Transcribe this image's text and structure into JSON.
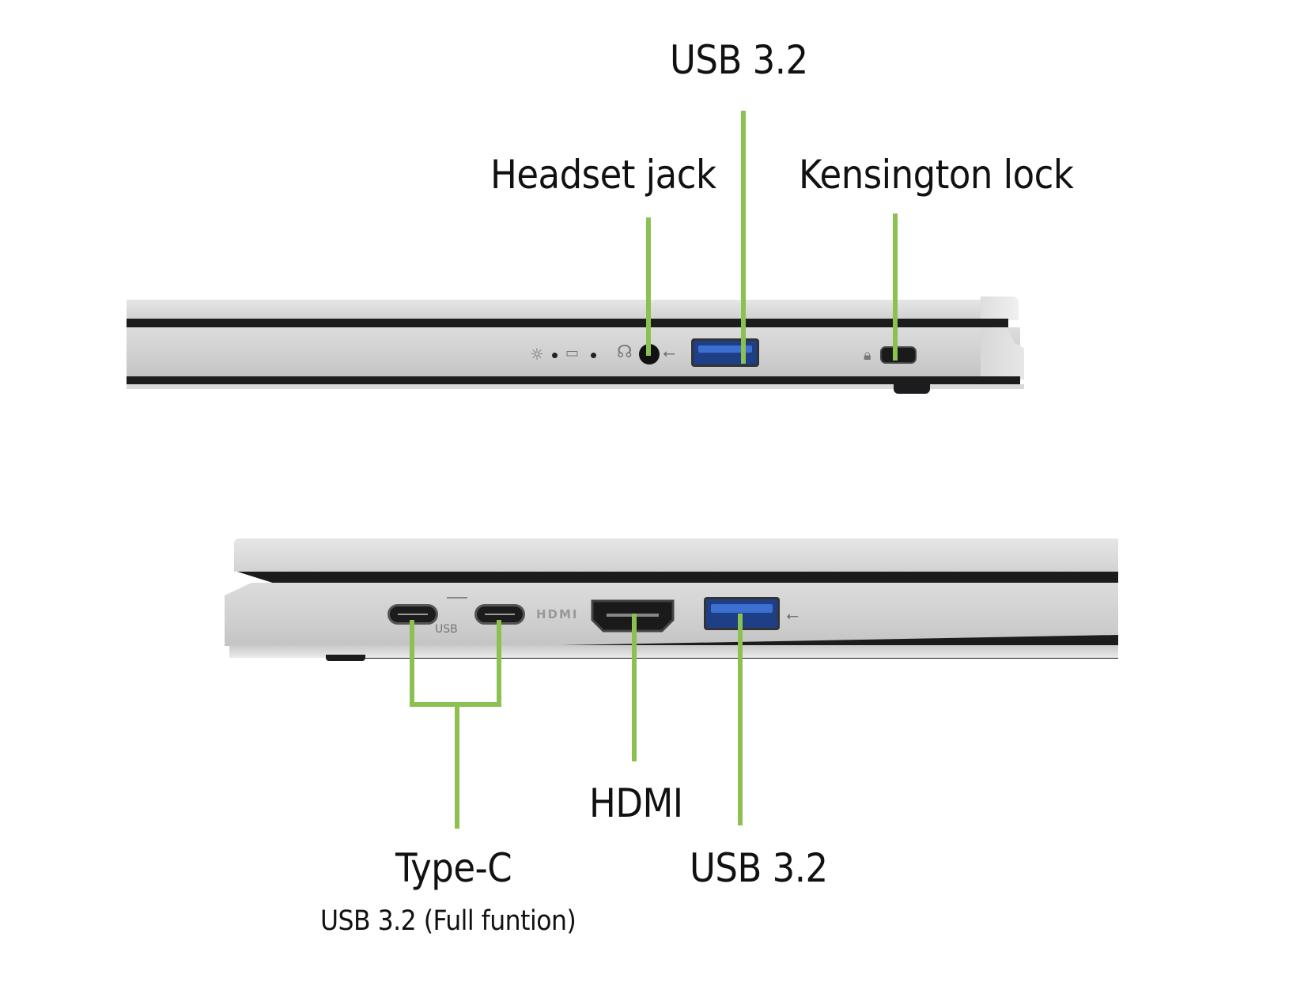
{
  "diagram": {
    "top_view": {
      "description": "Right side of laptop",
      "labels": {
        "usb": "USB 3.2",
        "headset": "Headset jack",
        "kensington": "Kensington lock"
      },
      "indicator_icons": [
        "power-led-icon",
        "battery-charge-led-icon",
        "headset-icon",
        "usb-icon",
        "kensington-lock-icon"
      ]
    },
    "bottom_view": {
      "description": "Left side of laptop",
      "labels": {
        "hdmi": "HDMI",
        "usb": "USB 3.2",
        "typec": "Type-C",
        "typec_sub": "USB 3.2 (Full funtion)"
      },
      "port_markings": {
        "hdmi_text": "HDMI",
        "usb_text": "USB"
      }
    },
    "colors": {
      "leader_line": "#8cc152",
      "label_text": "#111111",
      "chassis": "#d6d6d6",
      "usb_port_blue": "#2a56b0"
    }
  }
}
